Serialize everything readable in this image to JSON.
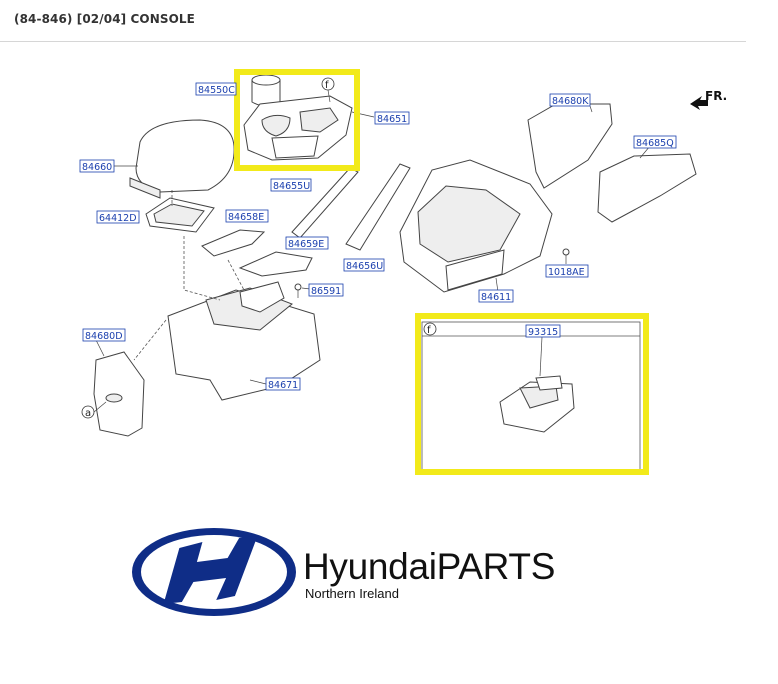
{
  "header": {
    "title": "(84-846) [02/04] CONSOLE"
  },
  "diagram": {
    "direction_label": "FR.",
    "callouts": {
      "84550C": "84550C",
      "84651": "84651",
      "84660": "84660",
      "84655U": "84655U",
      "64412D": "64412D",
      "84658E": "84658E",
      "84659E": "84659E",
      "86591": "86591",
      "84656U": "84656U",
      "84680K": "84680K",
      "84685Q": "84685Q",
      "1018AE": "1018AE",
      "84611": "84611",
      "84680D": "84680D",
      "84671": "84671",
      "93315": "93315"
    },
    "circle_labels": {
      "f_top": "f",
      "f_box": "f",
      "a": "a"
    },
    "highlight_color": "#f2ea1a",
    "callout_color": "#1a3fae"
  },
  "logo": {
    "brand_text": "HyundaiPARTS",
    "subtitle": "Northern Ireland",
    "emblem_color": "#0f2d87"
  }
}
